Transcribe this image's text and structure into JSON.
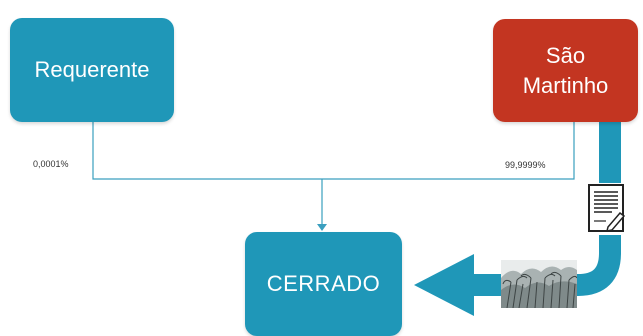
{
  "nodes": {
    "requerente": {
      "label": "Requerente"
    },
    "sao_martinho": {
      "line1": "São",
      "line2": "Martinho"
    },
    "cerrado": {
      "label": "CERRADO"
    }
  },
  "edges": {
    "requerente_share": "0,0001%",
    "sao_martinho_share": "99,9999%"
  },
  "icons": {
    "contract": "contract-document-icon",
    "crop": "sugarcane-field-icon"
  },
  "colors": {
    "teal": "#1f97b8",
    "red": "#c33521",
    "connector": "#3a9fbf"
  }
}
